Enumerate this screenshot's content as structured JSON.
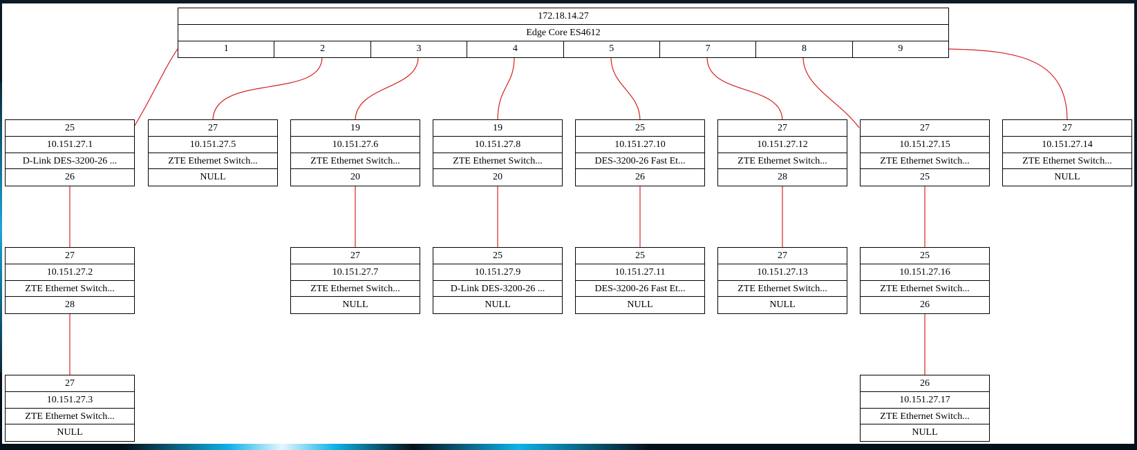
{
  "root": {
    "ip": "172.18.14.27",
    "model": "Edge Core ES4612",
    "ports": [
      "1",
      "2",
      "3",
      "4",
      "5",
      "7",
      "8",
      "9"
    ]
  },
  "nodes": [
    {
      "in_port": "25",
      "ip": "10.151.27.1",
      "model": "D-Link DES-3200-26 ...",
      "out_port": "26"
    },
    {
      "in_port": "27",
      "ip": "10.151.27.5",
      "model": "ZTE Ethernet Switch...",
      "out_port": "NULL"
    },
    {
      "in_port": "19",
      "ip": "10.151.27.6",
      "model": "ZTE Ethernet Switch...",
      "out_port": "20"
    },
    {
      "in_port": "19",
      "ip": "10.151.27.8",
      "model": "ZTE Ethernet Switch...",
      "out_port": "20"
    },
    {
      "in_port": "25",
      "ip": "10.151.27.10",
      "model": "DES-3200-26 Fast Et...",
      "out_port": "26"
    },
    {
      "in_port": "27",
      "ip": "10.151.27.12",
      "model": "ZTE Ethernet Switch...",
      "out_port": "28"
    },
    {
      "in_port": "27",
      "ip": "10.151.27.15",
      "model": "ZTE Ethernet Switch...",
      "out_port": "25"
    },
    {
      "in_port": "27",
      "ip": "10.151.27.14",
      "model": "ZTE Ethernet Switch...",
      "out_port": "NULL"
    },
    {
      "in_port": "27",
      "ip": "10.151.27.2",
      "model": "ZTE Ethernet Switch...",
      "out_port": "28"
    },
    {
      "in_port": "27",
      "ip": "10.151.27.7",
      "model": "ZTE Ethernet Switch...",
      "out_port": "NULL"
    },
    {
      "in_port": "25",
      "ip": "10.151.27.9",
      "model": "D-Link DES-3200-26 ...",
      "out_port": "NULL"
    },
    {
      "in_port": "25",
      "ip": "10.151.27.11",
      "model": "DES-3200-26 Fast Et...",
      "out_port": "NULL"
    },
    {
      "in_port": "27",
      "ip": "10.151.27.13",
      "model": "ZTE Ethernet Switch...",
      "out_port": "NULL"
    },
    {
      "in_port": "25",
      "ip": "10.151.27.16",
      "model": "ZTE Ethernet Switch...",
      "out_port": "26"
    },
    {
      "in_port": "27",
      "ip": "10.151.27.3",
      "model": "ZTE Ethernet Switch...",
      "out_port": "NULL"
    },
    {
      "in_port": "26",
      "ip": "10.151.27.17",
      "model": "ZTE Ethernet Switch...",
      "out_port": "NULL"
    }
  ],
  "link_color": "#d42020"
}
